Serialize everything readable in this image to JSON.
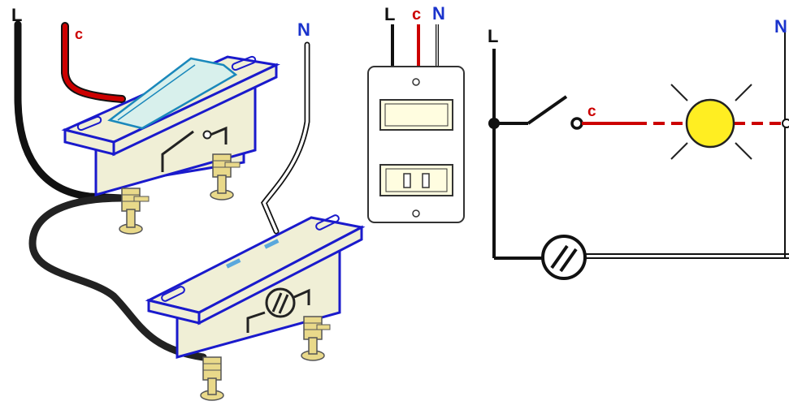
{
  "labels": {
    "switch_diagram": {
      "live": "L",
      "switched": "c",
      "neutral": "N"
    },
    "wall_plate": {
      "live": "L",
      "switched": "c",
      "neutral": "N"
    },
    "schematic": {
      "live": "L",
      "switched": "c",
      "neutral": "N"
    }
  },
  "colors": {
    "live_wire": "#222222",
    "switched_wire": "#cc0000",
    "neutral_wire": "#ffffff",
    "neutral_label": "#1a33cc",
    "device_outline": "#1a1acc",
    "device_body": "#f0efd6",
    "terminal": "#e9d98a",
    "lamp": "#ffee22"
  }
}
